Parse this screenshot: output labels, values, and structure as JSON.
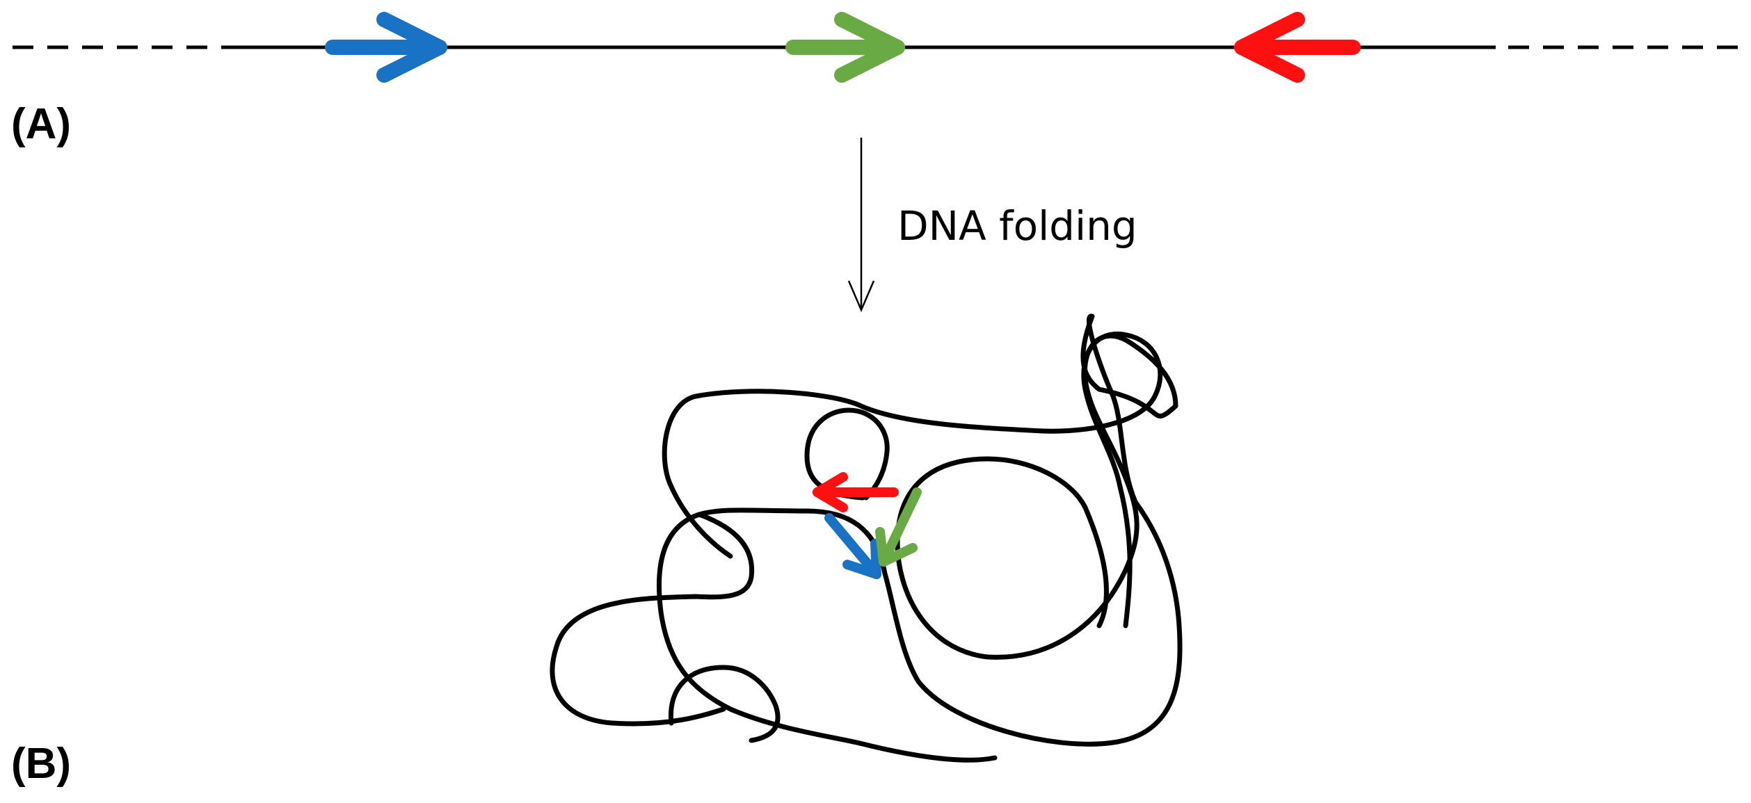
{
  "panels": {
    "a_label": "(A)",
    "b_label": "(B)"
  },
  "process": {
    "label": "DNA folding"
  },
  "colors": {
    "strand": "#000000",
    "blue_element": "#1a72c4",
    "green_element": "#6aaa45",
    "red_element": "#ff1010"
  },
  "linear_strand": {
    "dashed_ends": true,
    "elements": [
      {
        "name": "blue",
        "direction": "right"
      },
      {
        "name": "green",
        "direction": "right"
      },
      {
        "name": "red",
        "direction": "left"
      }
    ]
  },
  "folded_strand": {
    "elements": [
      {
        "name": "red",
        "direction": "left"
      },
      {
        "name": "blue",
        "direction": "down-right"
      },
      {
        "name": "green",
        "direction": "down-left"
      }
    ]
  }
}
